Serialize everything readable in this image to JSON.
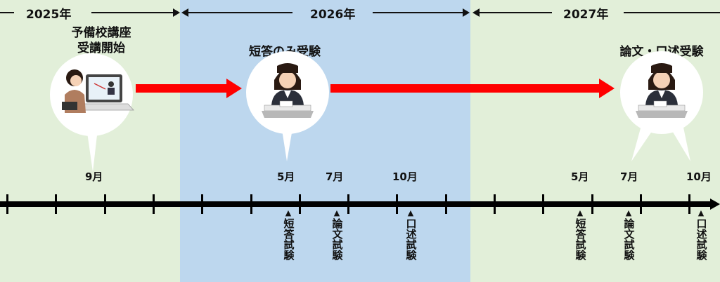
{
  "years": [
    "2025年",
    "2026年",
    "2027年"
  ],
  "events": {
    "course_start": "予備校講座\n受講開始",
    "short_answer_only": "短答のみ受験",
    "essay_oral": "論文・口述受験"
  },
  "months": [
    "9月",
    "5月",
    "7月",
    "10月",
    "5月",
    "7月",
    "10月"
  ],
  "exams": [
    {
      "marker": "▲",
      "label": "短答試験"
    },
    {
      "marker": "▲",
      "label": "論文試験"
    },
    {
      "marker": "▲",
      "label": "口述試験"
    },
    {
      "marker": "▲",
      "label": "短答試験"
    },
    {
      "marker": "▲",
      "label": "論文試験"
    },
    {
      "marker": "▲",
      "label": "口述試験"
    }
  ],
  "colors": {
    "band_green": "#e2efd9",
    "band_blue": "#bdd7ee",
    "arrow_red": "#ff0000"
  }
}
